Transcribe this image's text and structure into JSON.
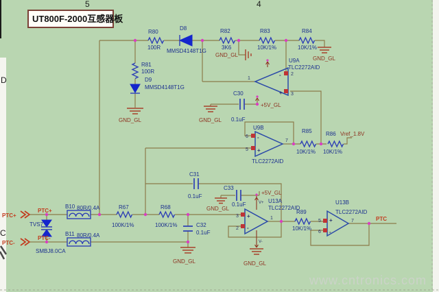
{
  "sheet": {
    "title": "UT800F-2000互感器板",
    "watermark": "www.cntronics.com",
    "grid_cols": [
      "5",
      "4"
    ],
    "grid_rows": [
      "D",
      "C"
    ],
    "colors": {
      "background": "#b9d6b1",
      "wire": "#8c7b4a",
      "component_blue": "#2d3fb5",
      "net_label_red": "#8d3220",
      "signal_red": "#c23b1e",
      "junction_pink": "#d93ec0",
      "title_border": "#7a4036"
    }
  },
  "nets": {
    "gnd": "GND_GL",
    "p5v": "+5V_GL",
    "vref": "Vref_1.8V",
    "ptc_plus": "PTC+",
    "ptc_minus": "PTC-",
    "ptc_out": "PTC"
  },
  "parts": {
    "r80": {
      "ref": "R80",
      "value": "100R"
    },
    "r81": {
      "ref": "R81",
      "value": "100R"
    },
    "r82": {
      "ref": "R82",
      "value": "3K6"
    },
    "r83": {
      "ref": "R83",
      "value": "10K/1%"
    },
    "r84": {
      "ref": "R84",
      "value": "10K/1%"
    },
    "r85": {
      "ref": "R85",
      "value": "10K/1%"
    },
    "r86": {
      "ref": "R86",
      "value": "10K/1%"
    },
    "r67": {
      "ref": "R67",
      "value": "100K/1%"
    },
    "r68": {
      "ref": "R68",
      "value": "100K/1%"
    },
    "r89": {
      "ref": "R89",
      "value": "10K/1%"
    },
    "d8": {
      "ref": "D8",
      "value": "MMSD4148T1G"
    },
    "d9": {
      "ref": "D9",
      "value": "MMSD4148T1G"
    },
    "tvs7": {
      "ref": "TVS7",
      "value": "SMBJ8.0CA"
    },
    "b10": {
      "ref": "B10",
      "value": "80R/0.4A"
    },
    "b11": {
      "ref": "B11",
      "value": "80R/0.4A"
    },
    "c30": {
      "ref": "C30",
      "value": "0.1uF"
    },
    "c31": {
      "ref": "C31",
      "value": "0.1uF"
    },
    "c32": {
      "ref": "C32",
      "value": "0.1uF"
    },
    "c33": {
      "ref": "C33",
      "value": "0.1uF"
    },
    "u9a": {
      "ref": "U9A",
      "value": "TLC2272AID"
    },
    "u9b": {
      "ref": "U9B",
      "value": "TLC2272AID"
    },
    "u13a": {
      "ref": "U13A",
      "value": "TLC2272AID"
    },
    "u13b": {
      "ref": "U13B",
      "value": "TLC2272AID"
    }
  },
  "pins": {
    "p1": "1",
    "p2": "2",
    "p3": "3",
    "p5": "5",
    "p6": "6",
    "p7": "7",
    "plus": "+",
    "minus": "-",
    "vplus": "V+",
    "vminus": "V-"
  }
}
